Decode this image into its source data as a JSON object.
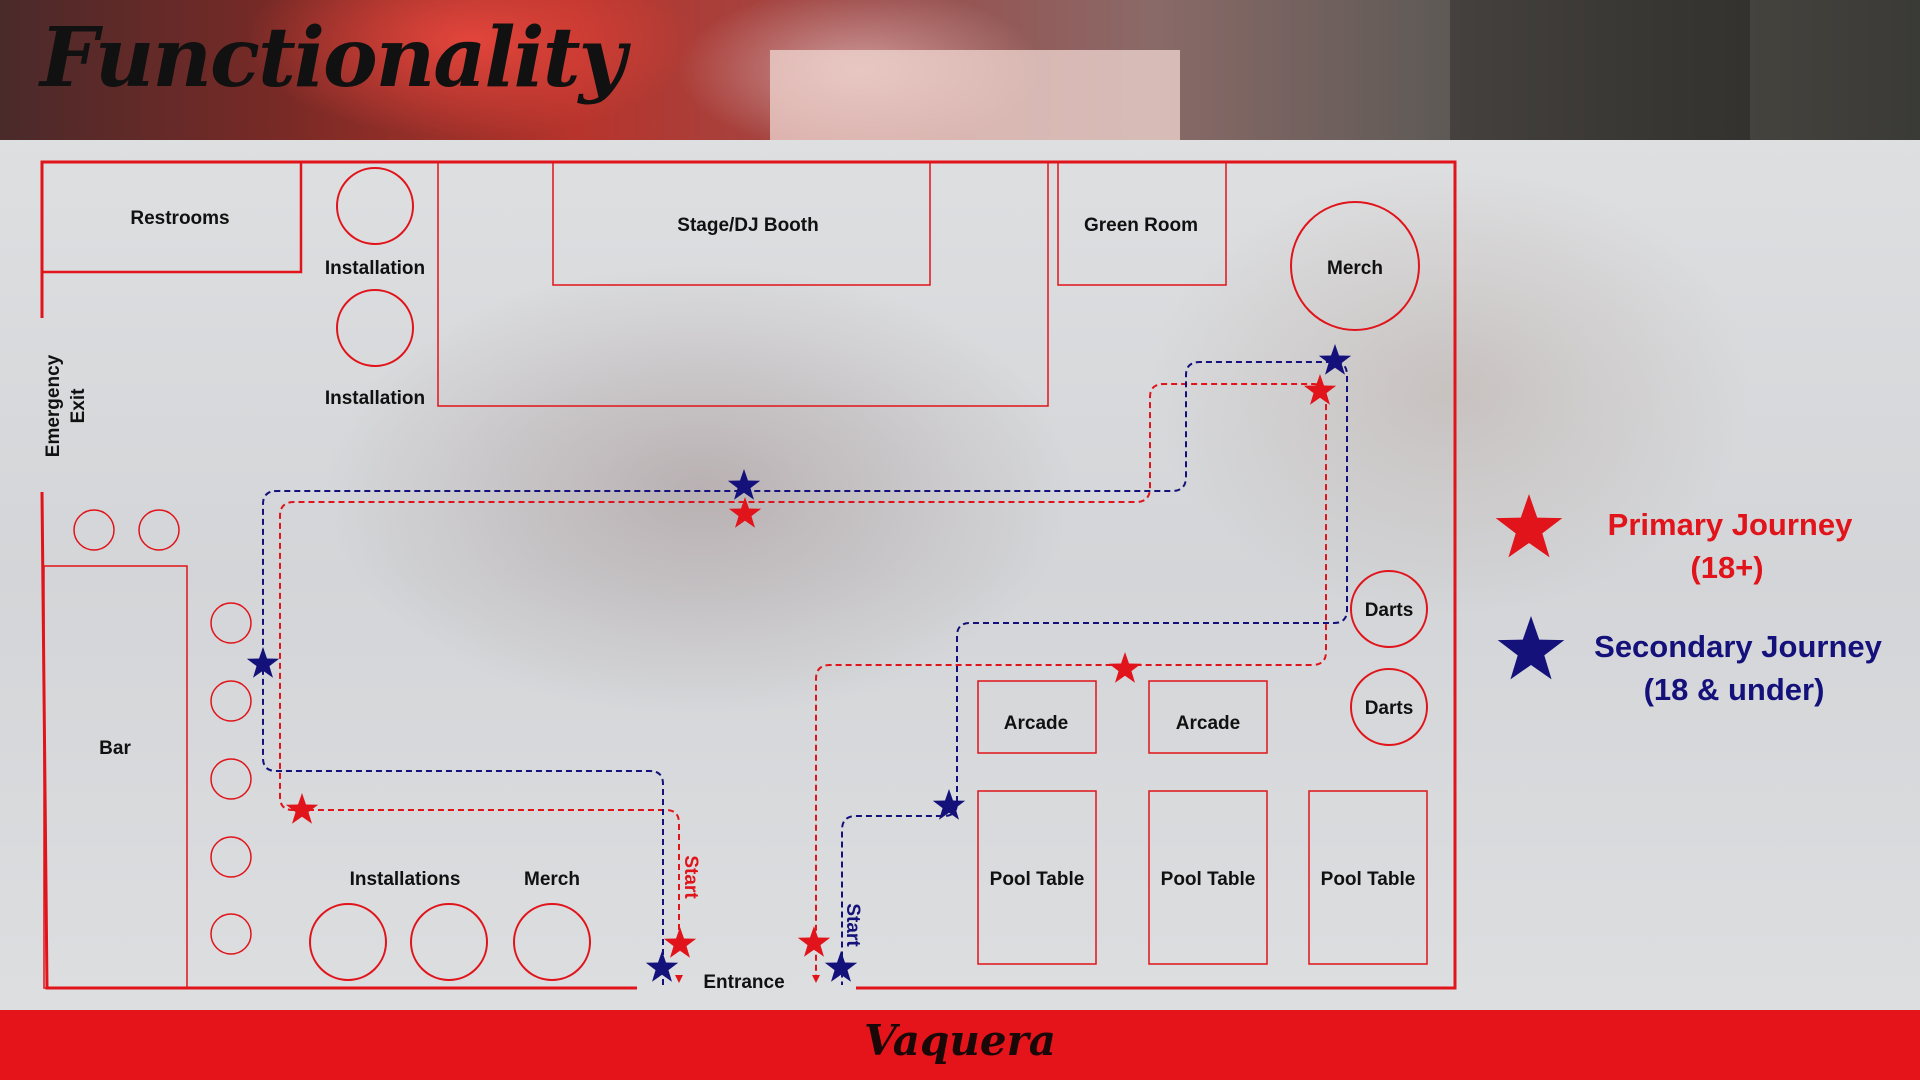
{
  "title": "Functionality",
  "footer_brand": "Vaquera",
  "colors": {
    "primary": "#e0141a",
    "secondary": "#14127a",
    "wall": "#e0141a",
    "footer": "#e5141b"
  },
  "zones": {
    "restrooms": "Restrooms",
    "installation_1": "Installation",
    "installation_2": "Installation",
    "stage": "Stage/DJ Booth",
    "green_room": "Green Room",
    "merch_top": "Merch",
    "emergency_exit_1": "Emergency",
    "emergency_exit_2": "Exit",
    "bar": "Bar",
    "installations": "Installations",
    "merch_bottom": "Merch",
    "entrance": "Entrance",
    "start_primary": "Start",
    "start_secondary": "Start",
    "darts_1": "Darts",
    "darts_2": "Darts",
    "arcade_1": "Arcade",
    "arcade_2": "Arcade",
    "pool_1": "Pool Table",
    "pool_2": "Pool Table",
    "pool_3": "Pool Table"
  },
  "legend": {
    "primary_line1": "Primary Journey",
    "primary_line2": "(18+)",
    "secondary_line1": "Secondary Journey",
    "secondary_line2": "(18 & under)",
    "primary_icon": "red-star-icon",
    "secondary_icon": "blue-star-icon"
  }
}
